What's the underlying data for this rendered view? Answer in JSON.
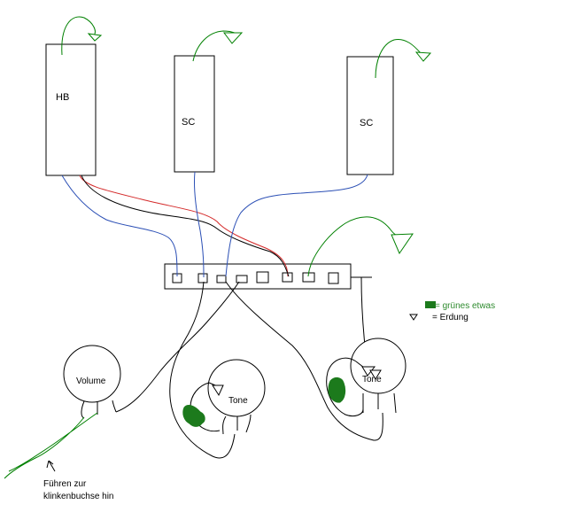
{
  "pickups": [
    {
      "label": "HB"
    },
    {
      "label": "SC"
    },
    {
      "label": "SC"
    }
  ],
  "pots": [
    {
      "label": "Volume"
    },
    {
      "label": "Tone"
    },
    {
      "label": "Tone"
    }
  ],
  "legend": {
    "green_text": "= grünes etwas",
    "ground_text": "= Erdung"
  },
  "note": {
    "line1": "Führen zur",
    "line2": "klinkenbuchse hin"
  },
  "colors": {
    "green": "#008000",
    "dark_green": "#1c7a1c",
    "blue": "#2b4fb5",
    "red": "#d42a2a",
    "black": "#000000",
    "legend_green": "#2e8b2e"
  }
}
